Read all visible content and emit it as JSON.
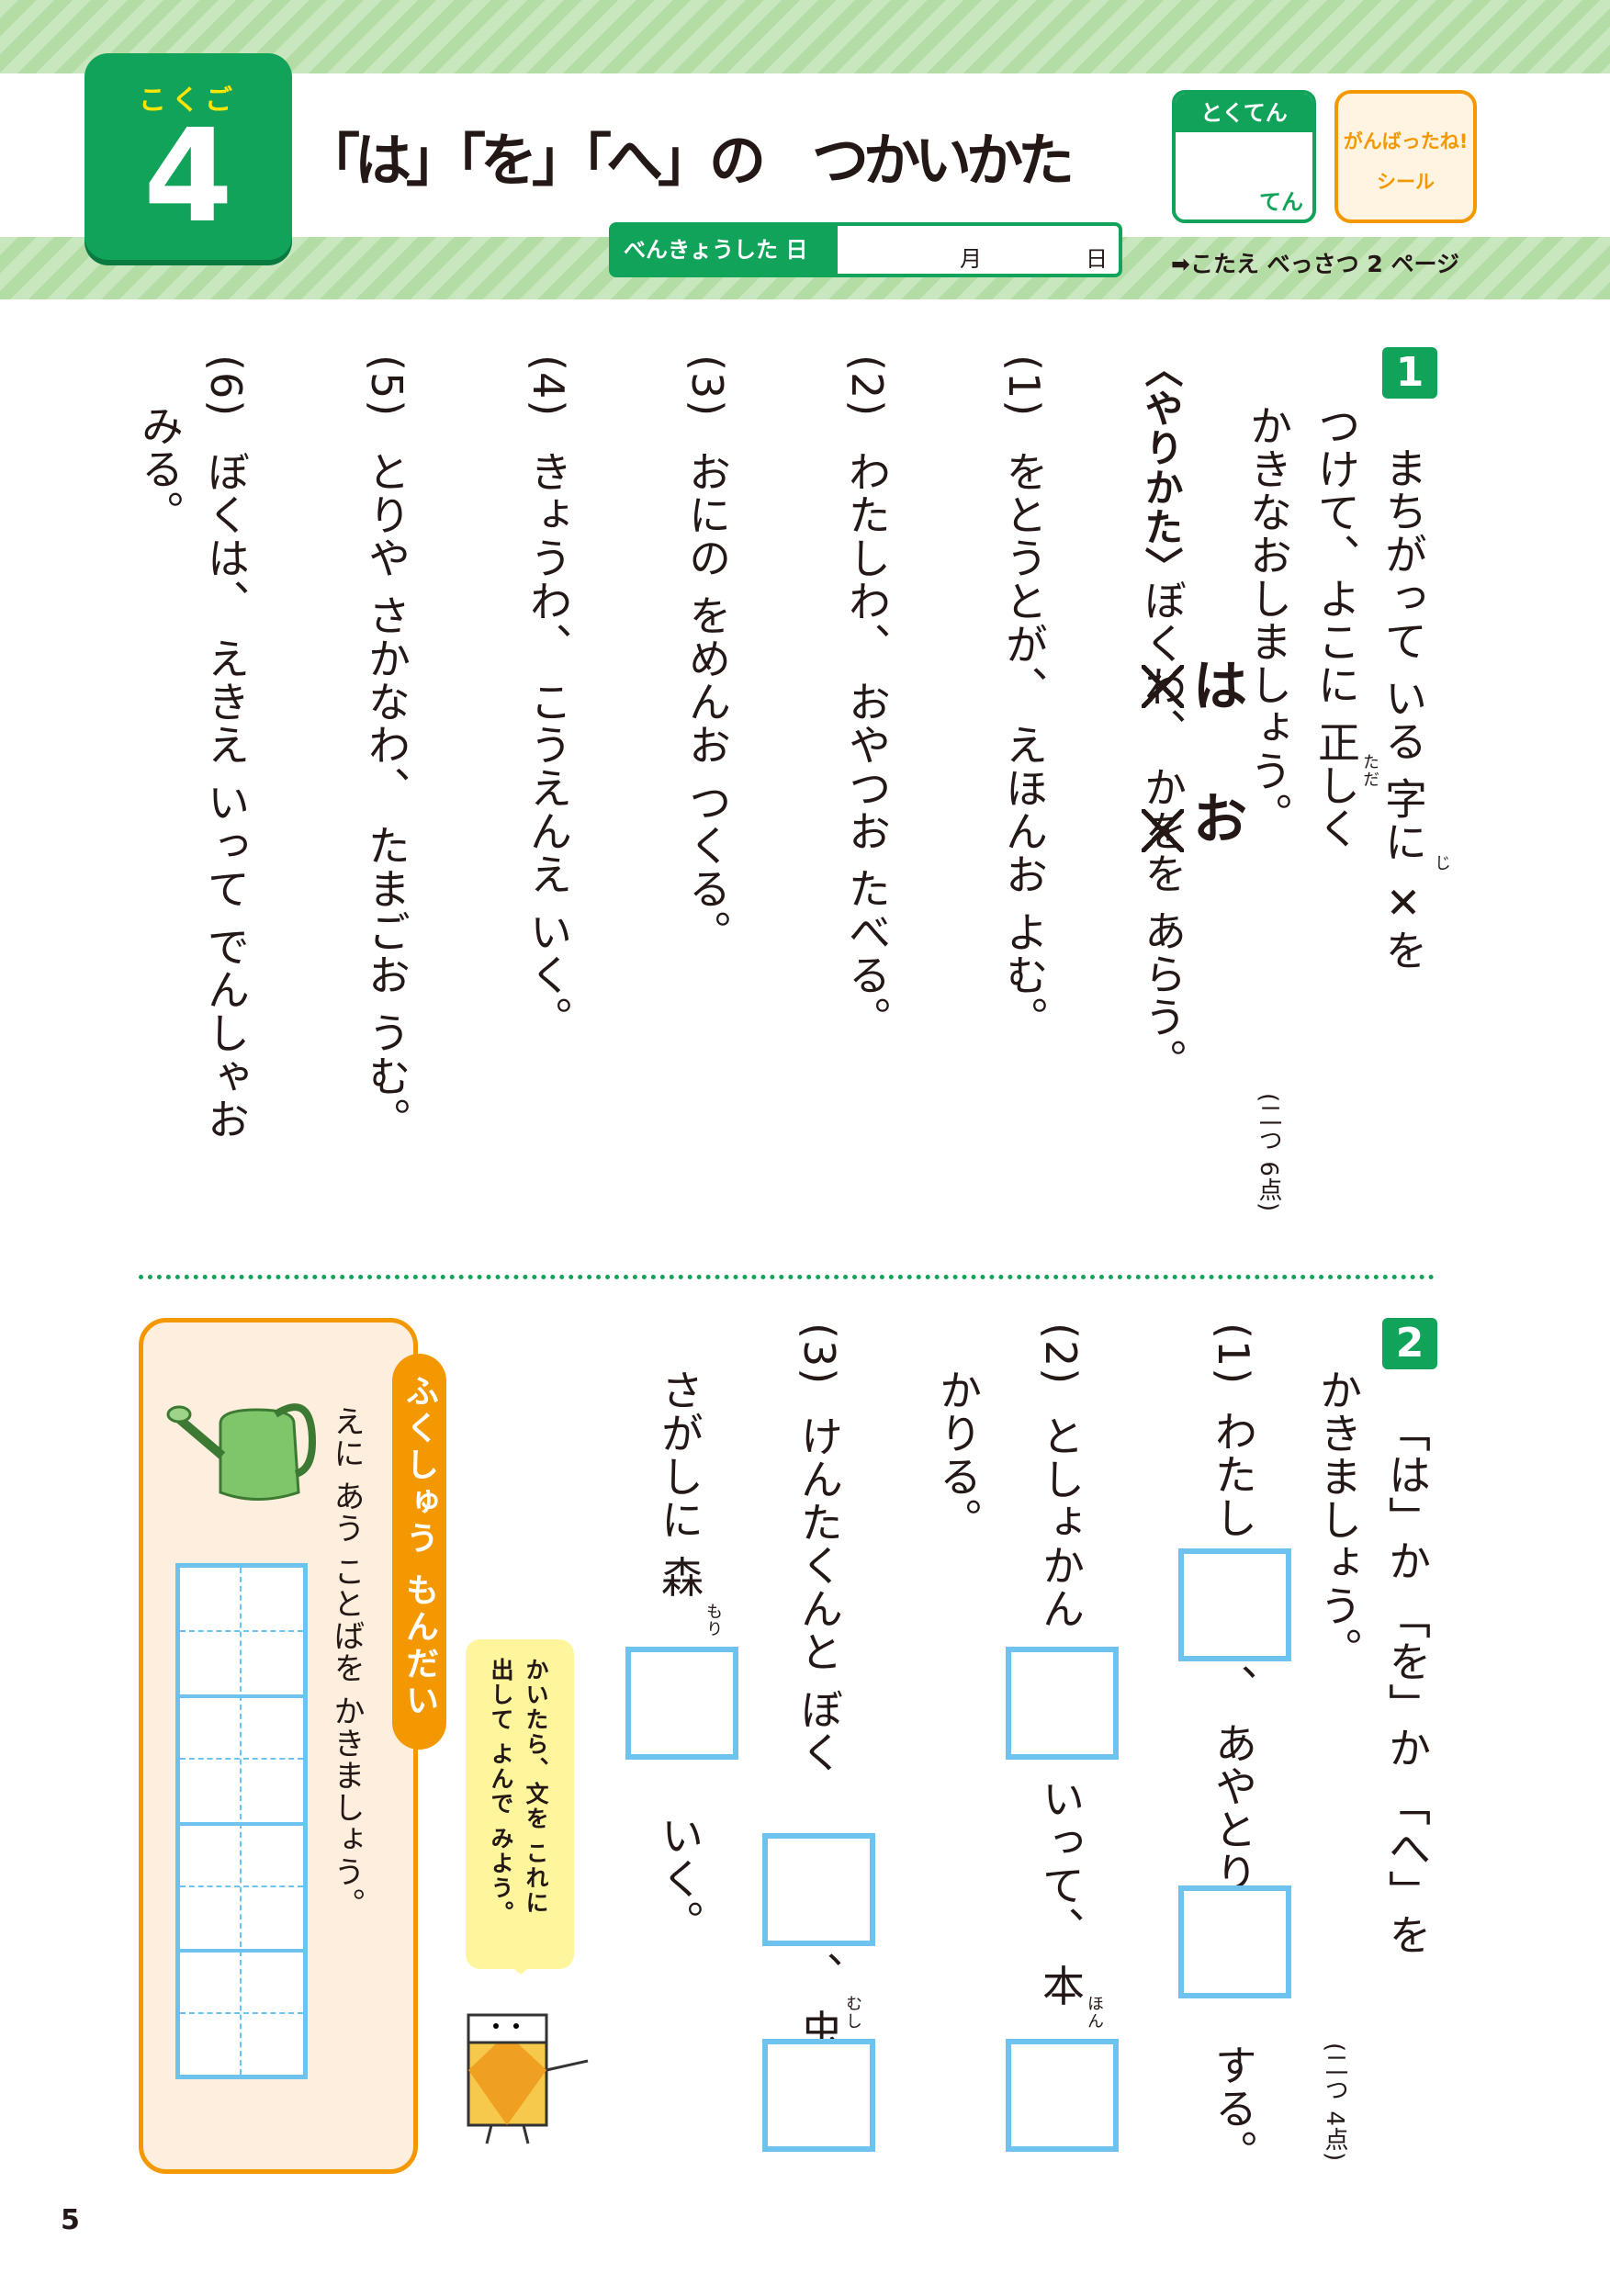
{
  "header": {
    "subject": "こくご",
    "unit_number": "4",
    "title": "「は」「を」「へ」の　つかいかた",
    "score_label": "とくてん",
    "score_unit": "てん",
    "sticker_line1": "がんばったね!",
    "sticker_line2": "シール",
    "date_label": "べんきょうした 日",
    "month_label": "月",
    "day_label": "日",
    "answer_ref": "➡こたえ べっさつ 2 ページ"
  },
  "section1": {
    "number": "1",
    "instruction": [
      "まちがって いる 字に ✕を",
      "つけて、よこに 正しく",
      "かきなおしましょう。"
    ],
    "ruby_ji": "じ",
    "ruby_tada": "ただ",
    "points": "(二つ 6点)",
    "example": {
      "label": "〈やりかた〉",
      "before": "ぼく",
      "wrong1": "わ",
      "mid": "、 か",
      "wrong2": "を",
      "after": "を あらう。",
      "fix1": "は",
      "fix2": "お"
    },
    "items": [
      {
        "num": "(1)",
        "text": "をとうとが、 えほんお よむ。"
      },
      {
        "num": "(2)",
        "text": "わたしわ、 おやつお たべる。"
      },
      {
        "num": "(3)",
        "text": "おにの をめんお つくる。"
      },
      {
        "num": "(4)",
        "text": "きょうわ、 こうえんえ いく。"
      },
      {
        "num": "(5)",
        "text": "とりや さかなわ、 たまごお うむ。"
      },
      {
        "num": "(6)",
        "text": "ぼくは、 えきえ いって でんしゃお",
        "text2": "みる。"
      }
    ]
  },
  "section2": {
    "number": "2",
    "instruction": [
      "「は」か 「を」か 「へ」を",
      "かきましょう。"
    ],
    "points": "(二つ 4点)",
    "items": [
      {
        "num": "(1)",
        "a": "わたし",
        "b": "、 あやとり",
        "c": "する。"
      },
      {
        "num": "(2)",
        "a": "としょかん",
        "b": "いって、 本",
        "ruby": "ほん",
        "c": "かりる。"
      },
      {
        "num": "(3)",
        "a": "けんたくんと ぼく",
        "b": "、 虫",
        "ruby": "むし",
        "c": "さがしに 森",
        "ruby2": "もり",
        "d": "いく。"
      }
    ]
  },
  "review": {
    "tab": "ふくしゅう もんだい",
    "instruction": "えに あう ことばを かきましょう。",
    "bubble1": "かいたら、文を これに",
    "bubble2": "出して よんで みよう。"
  },
  "page_number": "5"
}
